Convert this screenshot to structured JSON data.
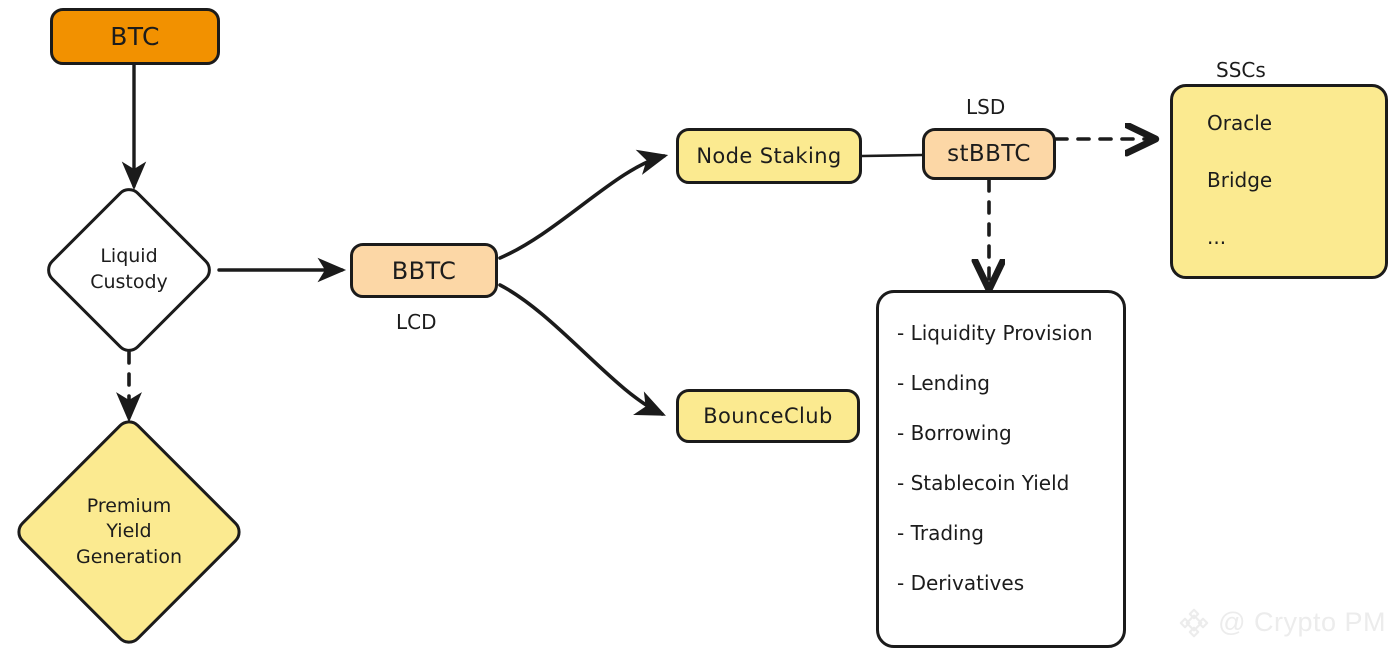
{
  "diagram": {
    "title_text": "",
    "colors": {
      "orange": "#F29100",
      "peach": "#FCD7A6",
      "yellow": "#FBEA90",
      "white": "#FFFFFF",
      "stroke": "#1B1B1B",
      "watermark": "#ECECEC"
    },
    "nodes": {
      "btc": "BTC",
      "liquid_custody": "Liquid\nCustody",
      "liquid_custody_line1": "Liquid",
      "liquid_custody_line2": "Custody",
      "premium_yield_line1": "Premium",
      "premium_yield_line2": "Yield",
      "premium_yield_line3": "Generation",
      "bbtc": "BBTC",
      "node_staking": "Node Staking",
      "stbbtc": "stBBTC",
      "bounceclub": "BounceClub"
    },
    "edge_labels": {
      "lcd": "LCD",
      "lsd": "LSD",
      "sscs": "SSCs"
    },
    "ssc_items": [
      "Oracle",
      "Bridge",
      "..."
    ],
    "defi_items": [
      "- Liquidity Provision",
      "- Lending",
      "- Borrowing",
      "- Stablecoin Yield",
      "- Trading",
      "- Derivatives"
    ],
    "watermark": {
      "handle": "@ Crypto PM",
      "logo_name": "bnb-diamond-logo"
    }
  }
}
